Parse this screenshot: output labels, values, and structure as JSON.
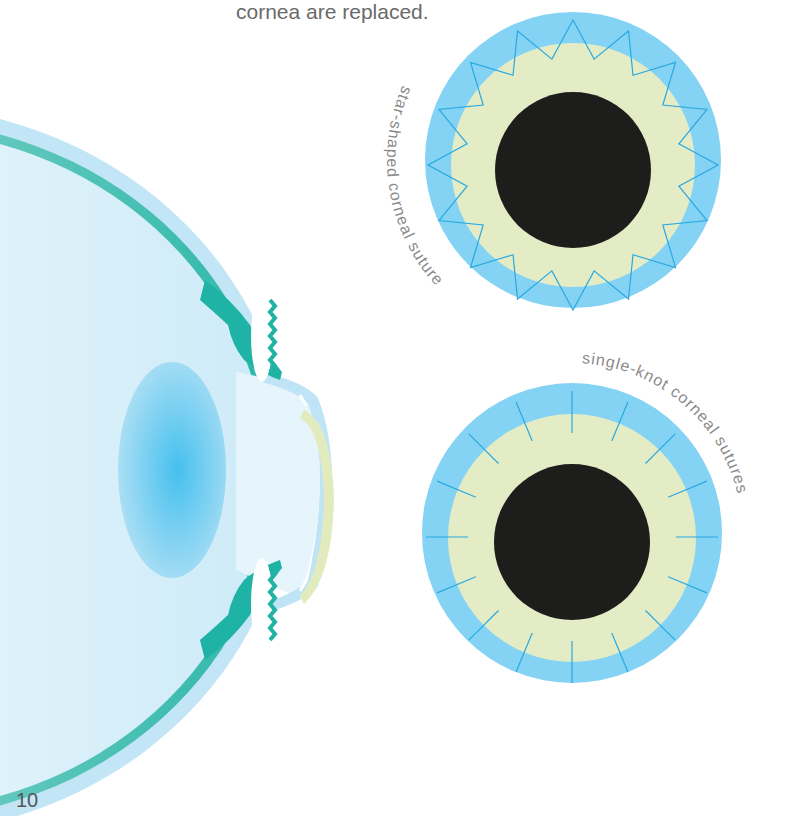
{
  "diagram": {
    "labels": [
      "cornea are replaced.",
      "star-shaped corneal suture",
      "single-knot corneal sutures",
      "10"
    ]
  }
}
